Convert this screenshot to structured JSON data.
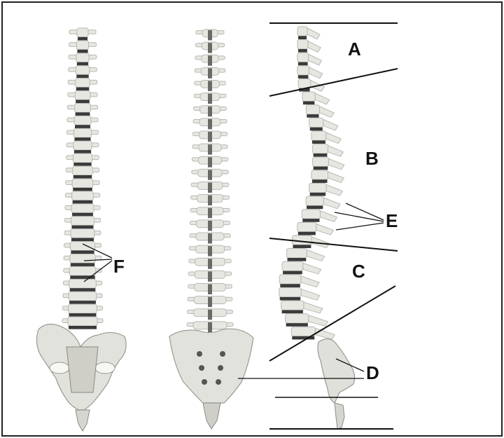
{
  "labels": {
    "A": "A",
    "B": "B",
    "C": "C",
    "D": "D",
    "E": "E",
    "F": "F"
  },
  "colors": {
    "bone": "#e7e7e2",
    "bone_shade": "#b9b9b3",
    "disc": "#3a3a3a",
    "line": "#111111",
    "frame": "#222222"
  }
}
